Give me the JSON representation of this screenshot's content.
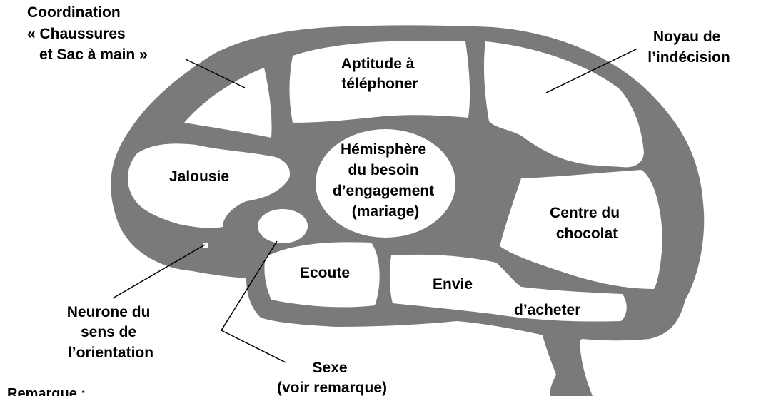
{
  "diagram": {
    "colors": {
      "brain": "#7a7a7a",
      "region": "#ffffff",
      "text": "#000000",
      "line": "#000000"
    },
    "regions": {
      "coordination": {
        "line1": "Coordination",
        "line2": "« Chaussures",
        "line3": "et Sac à main »"
      },
      "telephoner": {
        "line1": "Aptitude à",
        "line2": "téléphoner"
      },
      "indecision": {
        "line1": "Noyau de",
        "line2": "l’indécision"
      },
      "jalousie": {
        "line1": "Jalousie"
      },
      "engagement": {
        "line1": "Hémisphère",
        "line2": "du besoin",
        "line3": "d’engagement",
        "line4": "(mariage)"
      },
      "chocolat": {
        "line1": "Centre du",
        "line2": "chocolat"
      },
      "ecoute": {
        "line1": "Ecoute"
      },
      "acheter": {
        "line1": "Envie",
        "line2": "d’acheter"
      },
      "orientation": {
        "line1": "Neurone du",
        "line2": "sens de",
        "line3": "l’orientation"
      },
      "sexe": {
        "line1": "Sexe",
        "line2": "(voir remarque)"
      }
    },
    "remark": "Remarque :"
  }
}
